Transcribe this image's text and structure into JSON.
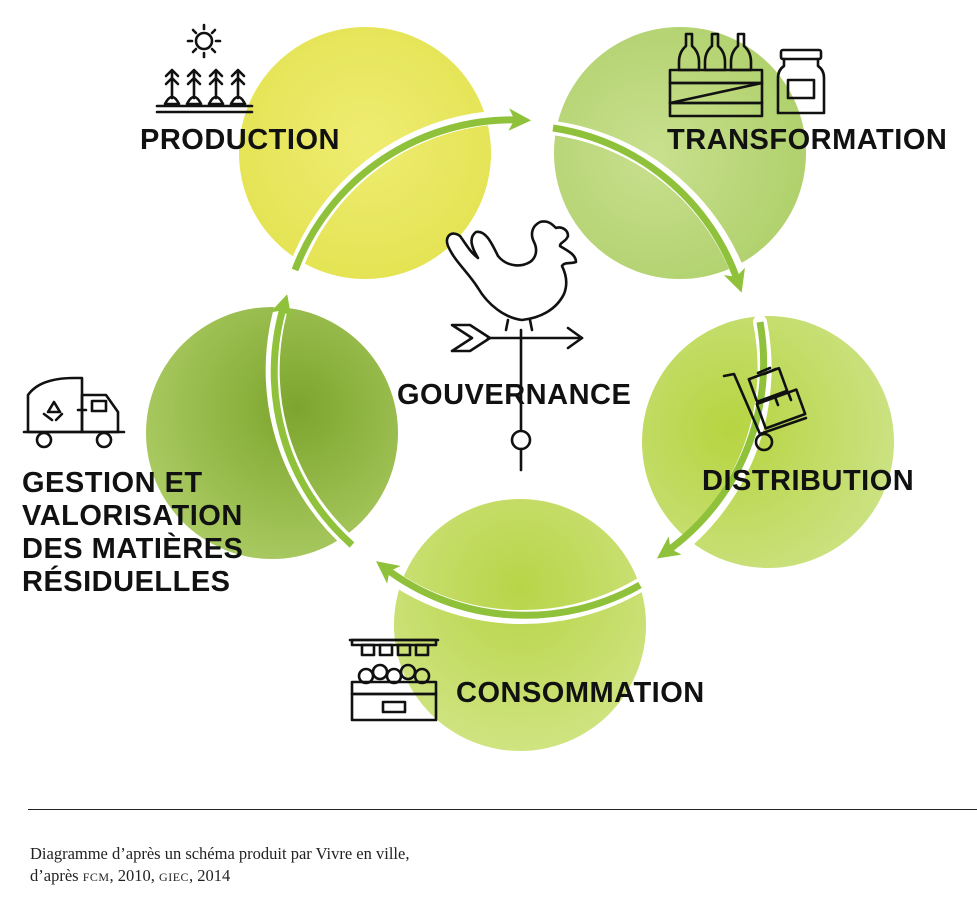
{
  "diagram": {
    "center": {
      "label": "GOUVERNANCE",
      "icon": "rooster-weathervane-icon"
    },
    "stages": [
      {
        "id": "production",
        "label": "PRODUCTION",
        "icon": "seedlings-sun-icon",
        "color": "#e8e64a"
      },
      {
        "id": "transformation",
        "label": "TRANSFORMATION",
        "icon": "bottles-jar-icon",
        "color": "#bcd87a"
      },
      {
        "id": "distribution",
        "label": "DISTRIBUTION",
        "icon": "hand-truck-boxes-icon",
        "color": "#b3d23c"
      },
      {
        "id": "consommation",
        "label": "CONSOMMATION",
        "icon": "market-stall-icon",
        "color": "#c0da4c"
      },
      {
        "id": "gestion",
        "label_lines": [
          "GESTION ET",
          "VALORISATION",
          "DES MATIÈRES",
          "RÉSIDUELLES"
        ],
        "icon": "recycling-truck-icon",
        "color": "#86ad2a"
      }
    ],
    "arrow_color": "#8fc23a"
  },
  "caption": {
    "line1": "Diagramme d’après un schéma produit par Vivre en ville,",
    "line2_prefix": "d’après ",
    "fcm": "FCM",
    "line2_mid": ", 2010, ",
    "giec": "GIEC",
    "line2_suffix": ", 2014"
  }
}
